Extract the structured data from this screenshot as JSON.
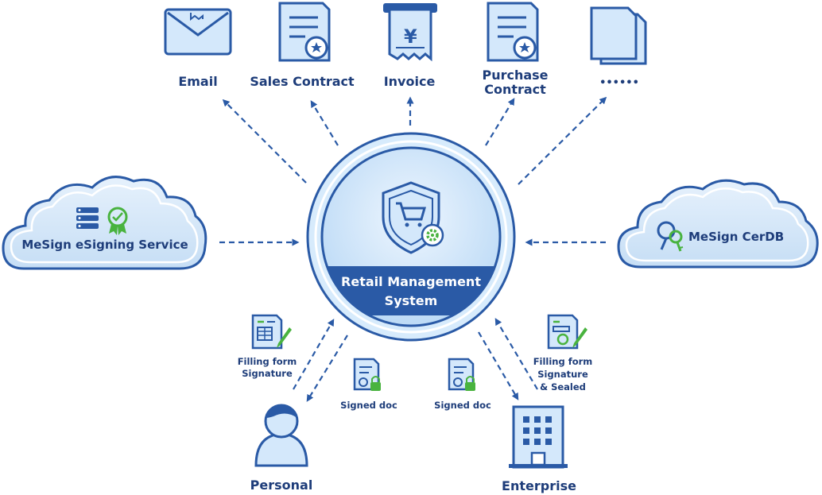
{
  "center": {
    "title_line1": "Retail Management",
    "title_line2": "System"
  },
  "outputs": [
    {
      "label": "Email",
      "icon": "envelope-icon"
    },
    {
      "label": "Sales Contract",
      "icon": "certified-document-icon"
    },
    {
      "label": "Invoice",
      "icon": "receipt-icon"
    },
    {
      "label_line1": "Purchase",
      "label_line2": "Contract",
      "icon": "certified-document-icon"
    },
    {
      "label": "••••••",
      "icon": "documents-stack-icon"
    }
  ],
  "services": {
    "left": {
      "label": "MeSign eSigning Service",
      "icons": [
        "server-icon",
        "signed-badge-icon"
      ]
    },
    "right": {
      "label": "MeSign CerDB",
      "icons": [
        "search-key-icon"
      ]
    }
  },
  "actors": {
    "personal": {
      "label": "Personal",
      "icon": "user-icon"
    },
    "enterprise": {
      "label": "Enterprise",
      "icon": "building-icon"
    }
  },
  "annotations": {
    "personal_form_line1": "Filling form",
    "personal_form_line2": "Signature",
    "personal_doc": "Signed doc",
    "enterprise_doc": "Signed doc",
    "enterprise_form_line1": "Filling form",
    "enterprise_form_line2": "Signature",
    "enterprise_form_line3": "& Sealed"
  },
  "colors": {
    "primary": "#2a5aa6",
    "dark_text": "#1e3d7a",
    "light_fill": "#d4e8fb",
    "accent_green": "#49b33f"
  }
}
